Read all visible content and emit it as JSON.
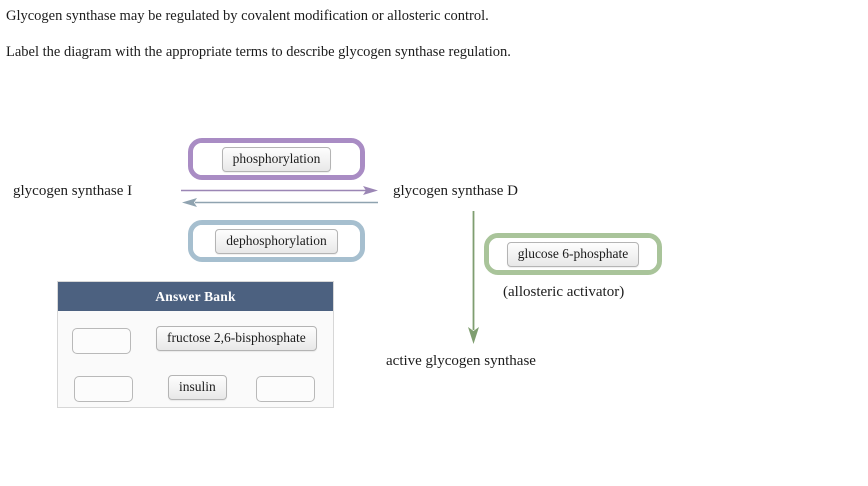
{
  "prompt": {
    "line1": "Glycogen synthase may be regulated by covalent modification or allosteric control.",
    "line2": "Label the diagram with the appropriate terms to describe glycogen synthase regulation."
  },
  "diagram": {
    "left_label": "glycogen synthase I",
    "right_label": "glycogen synthase D",
    "bottom_label": "active glycogen synthase",
    "allosteric_note": "(allosteric activator)",
    "dropzones": [
      {
        "id": "phosphorylation",
        "term": "phosphorylation",
        "border_color": "#a98cc4"
      },
      {
        "id": "dephosphorylation",
        "term": "dephosphorylation",
        "border_color": "#a6bfcf"
      },
      {
        "id": "glucose6p",
        "term": "glucose 6-phosphate",
        "border_color": "#a9c49a"
      }
    ],
    "arrows": {
      "forward_color": "#9b86b5",
      "reverse_color": "#8fa3b0",
      "vertical_color": "#7f9e70"
    }
  },
  "answer_bank": {
    "title": "Answer Bank",
    "header_color": "#4c6180",
    "terms": [
      {
        "label": "fructose 2,6-bisphosphate"
      },
      {
        "label": "insulin"
      }
    ],
    "empty_slot_count": 3
  }
}
